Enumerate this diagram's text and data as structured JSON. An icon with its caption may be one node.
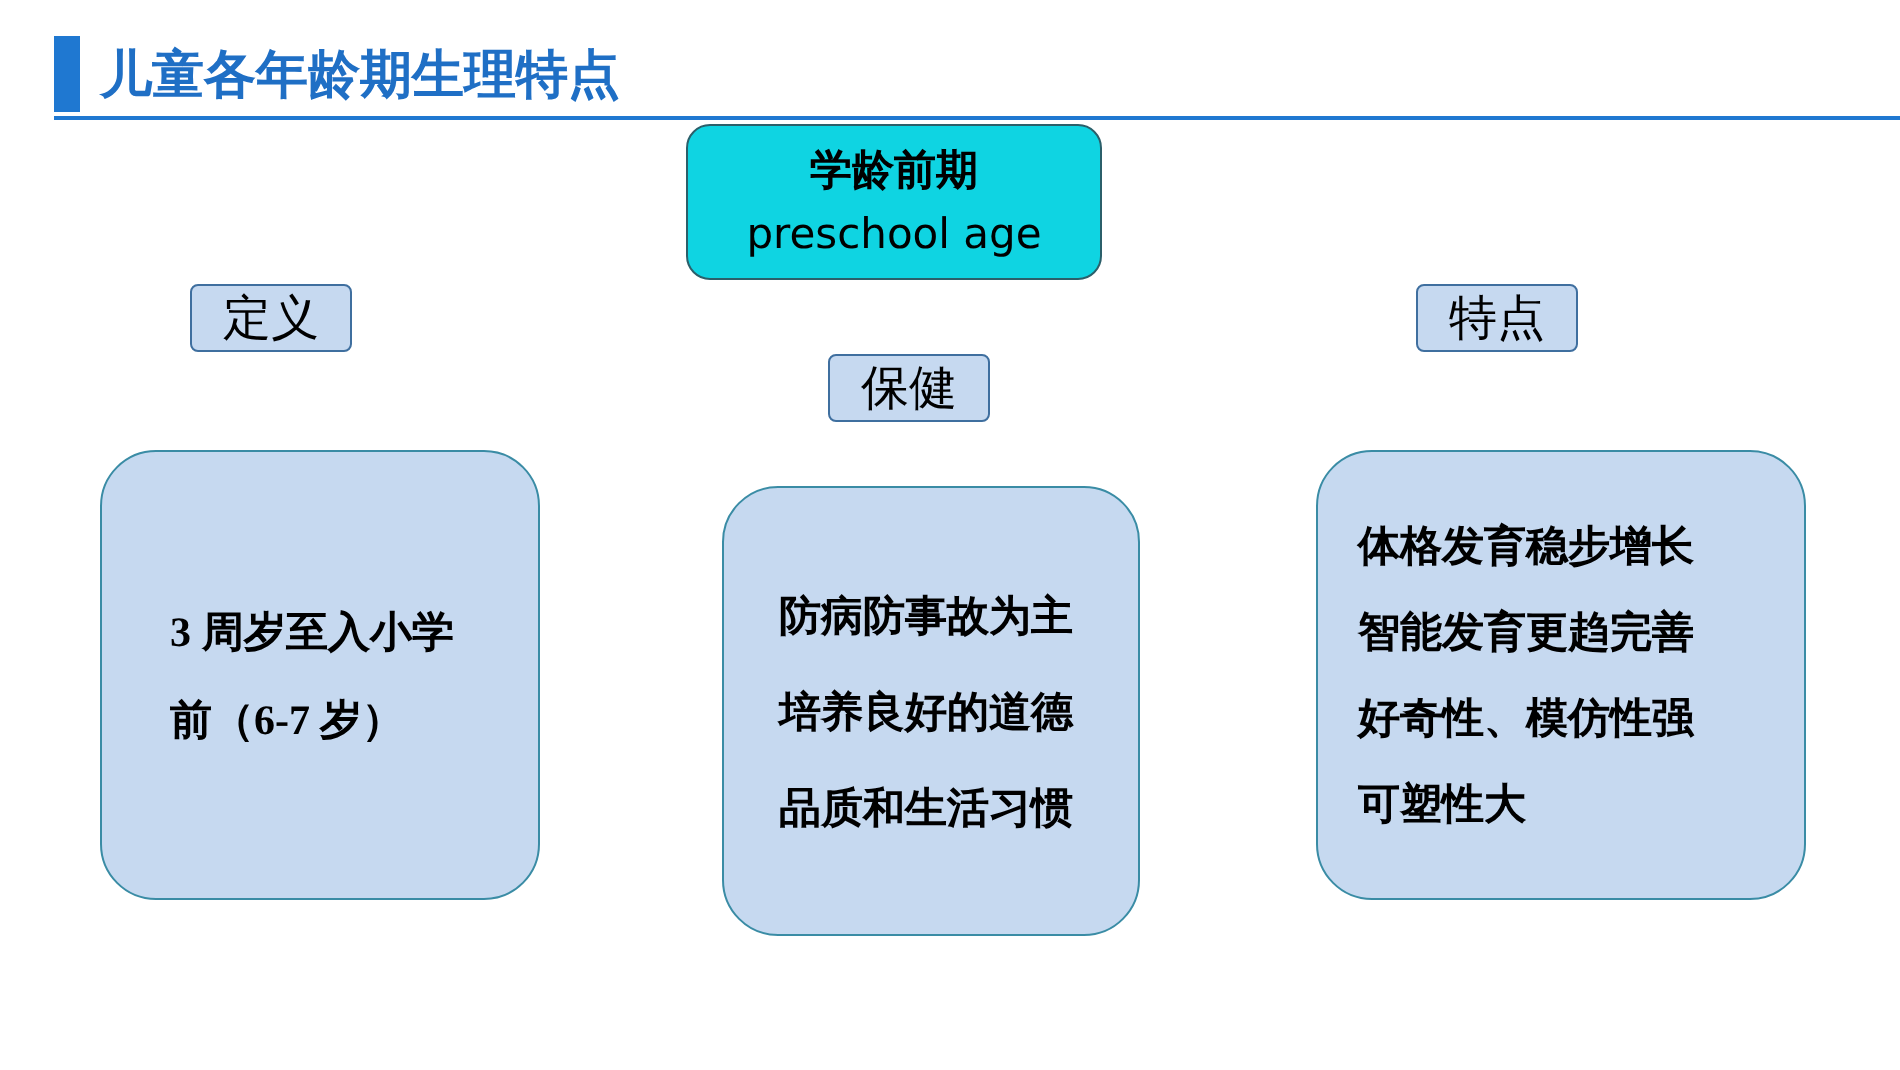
{
  "diagram": {
    "title": "儿童各年龄期生理特点",
    "nodes": [
      {
        "text": [
          "学龄前期",
          "preschool age"
        ]
      },
      {
        "text": [
          "定义"
        ]
      },
      {
        "text": [
          "保健"
        ]
      },
      {
        "text": [
          "特点"
        ]
      },
      {
        "text": [
          "3 周岁至入小学前（6-7 岁）"
        ]
      },
      {
        "text": [
          "防病防事故为主",
          "培养良好的道德品质和生活习惯"
        ]
      },
      {
        "text": [
          "体格发育稳步增长",
          "智能发育更趋完善",
          "好奇性、模仿性强",
          "可塑性大"
        ]
      }
    ]
  }
}
